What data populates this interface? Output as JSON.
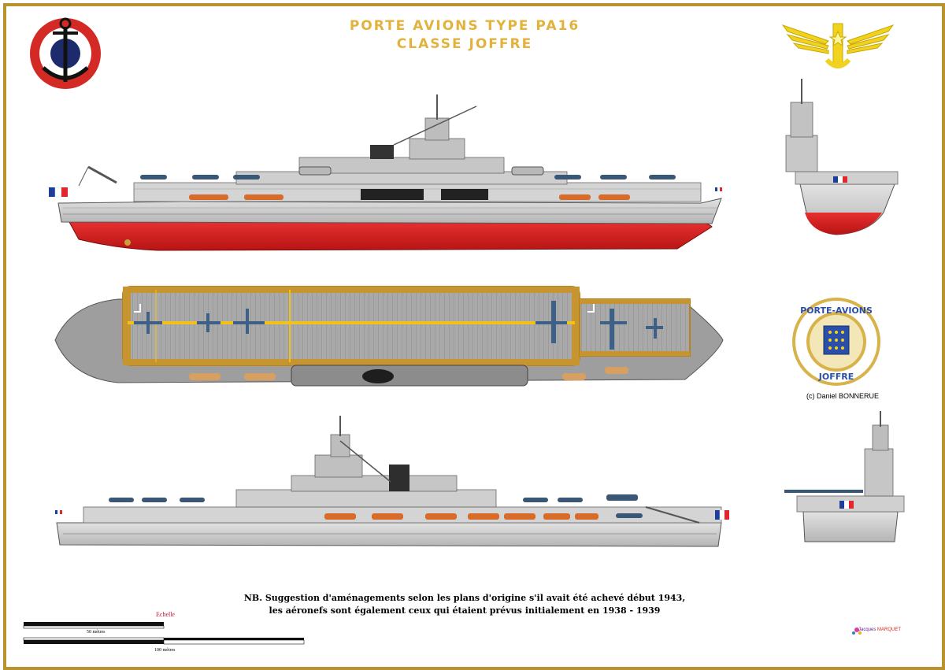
{
  "title": {
    "line1": "PORTE AVIONS TYPE PA16",
    "line2": "CLASSE JOFFRE"
  },
  "credit": "(c) Daniel BONNERUE",
  "badge": {
    "top_text": "PORTE-AVIONS",
    "bottom_text": "JOFFRE"
  },
  "note": {
    "line1": "NB. Suggestion d'aménagements selon les plans d'origine s'il avait été achevé début 1943,",
    "line2": "les aéronefs sont également ceux qui étaient prévus initialement en 1938 - 1939"
  },
  "scale": {
    "title": "Echelle",
    "label_50": "50 mètres",
    "label_100": "100 mètres"
  },
  "author": {
    "first": "Jacques",
    "last": "MARQUET"
  },
  "colors": {
    "frame": "#b8922e",
    "title": "#e3b23c",
    "hull_gray": "#c9c9c9",
    "hull_red": "#d81f1f",
    "deck_wood": "#c7952f",
    "deck_gray": "#9e9e9e",
    "roundel_red": "#d42a26",
    "roundel_blue": "#1d2a6b",
    "badge_blue": "#2b4fa8",
    "badge_gold": "#d8b24a"
  },
  "icons": [
    "roundel-anchor-icon",
    "aviation-wings-icon",
    "ship-badge-icon",
    "french-flag-icon",
    "aircraft-icon",
    "signature-icon"
  ]
}
